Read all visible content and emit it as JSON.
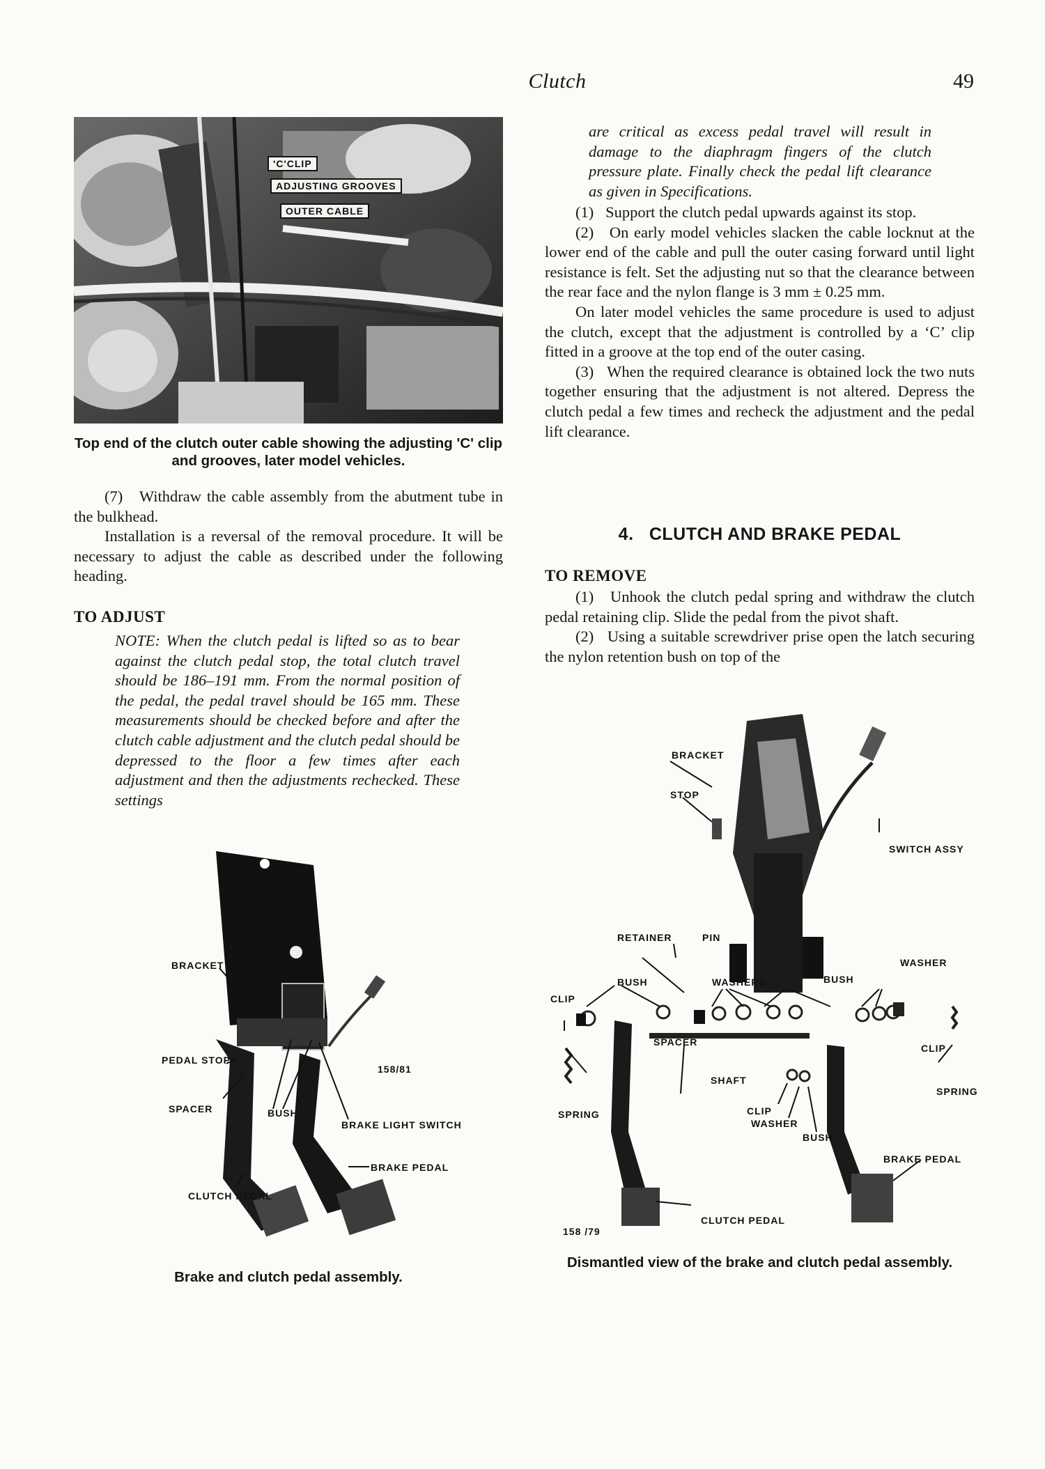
{
  "header": {
    "running_title": "Clutch",
    "page_number": "49"
  },
  "figure_top": {
    "labels": {
      "c_clip": "'C'CLIP",
      "adjusting_grooves": "ADJUSTING GROOVES",
      "outer_cable": "OUTER CABLE"
    },
    "caption": "Top end of the clutch outer cable showing the adjusting 'C' clip and grooves, later model vehicles."
  },
  "left_column": {
    "p7_num": "(7)",
    "p7": "Withdraw the cable assembly from the abutment tube in the bulkhead.",
    "p_install": "Installation is a reversal of the removal procedure. It will be necessary to adjust the cable as described under the following heading.",
    "to_adjust_heading": "TO ADJUST",
    "note_label": "NOTE:",
    "note_text": "When the clutch pedal is lifted so as to bear against the clutch pedal stop, the total clutch travel should be 186–191 mm. From the normal position of the pedal, the pedal travel should be 165 mm. These measurements should be checked before and after the clutch cable adjustment and the clutch pedal should be depressed to the floor a few times after each adjustment and then the adjustments rechecked. These settings"
  },
  "right_column": {
    "note_cont": "are critical as excess pedal travel will result in damage to the diaphragm fingers of the clutch pressure plate. Finally check the pedal lift clearance as given in Specifications.",
    "p1_num": "(1)",
    "p1": "Support the clutch pedal upwards against its stop.",
    "p2_num": "(2)",
    "p2": "On early model vehicles slacken the cable locknut at the lower end of the cable and pull the outer casing forward until light resistance is felt. Set the adjusting nut so that the clearance between the rear face and the nylon flange is 3 mm ± 0.25 mm.",
    "p_later": "On later model vehicles the same procedure is used to adjust the clutch, except that the adjustment is controlled by a ‘C’ clip fitted in a groove at the top end of the outer casing.",
    "p3_num": "(3)",
    "p3": "When the required clearance is obtained lock the two nuts together ensuring that the adjustment is not altered. Depress the clutch pedal a few times and recheck the adjustment and the pedal lift clearance.",
    "section_heading": "4.   CLUTCH AND BRAKE PEDAL",
    "to_remove_heading": "TO REMOVE",
    "r1_num": "(1)",
    "r1": "Unhook the clutch pedal spring and withdraw the clutch pedal retaining clip. Slide the pedal from the pivot shaft.",
    "r2_num": "(2)",
    "r2": "Using a suitable screwdriver prise open the latch securing the nylon retention bush on top of the"
  },
  "figure_left": {
    "labels": {
      "bracket": "BRACKET",
      "pedal_stop": "PEDAL STOP",
      "spacer": "SPACER",
      "bush": "BUSH",
      "brake_light_switch": "BRAKE LIGHT SWITCH",
      "brake_pedal": "BRAKE PEDAL",
      "clutch_pedal": "CLUTCH PEDAL",
      "ref": "158/81"
    },
    "caption": "Brake and clutch pedal assembly."
  },
  "figure_right": {
    "labels": {
      "bracket": "BRACKET",
      "stop": "STOP",
      "switch_assy": "SWITCH ASSY",
      "retainer": "RETAINER",
      "pin": "PIN",
      "washer": "WASHER",
      "bush_left": "BUSH",
      "washers": "WASHERS",
      "bush_right": "BUSH",
      "clip_left": "CLIP",
      "spacer": "SPACER",
      "clip_right": "CLIP",
      "shaft": "SHAFT",
      "spring_left": "SPRING",
      "spring_right": "SPRING",
      "clip_bottom": "CLIP",
      "washer_bottom": "WASHER",
      "bush_bottom": "BUSH",
      "brake_pedal": "BRAKE PEDAL",
      "clutch_pedal": "CLUTCH PEDAL",
      "ref": "158 /79"
    },
    "caption": "Dismantled view of the brake and clutch pedal assembly."
  }
}
